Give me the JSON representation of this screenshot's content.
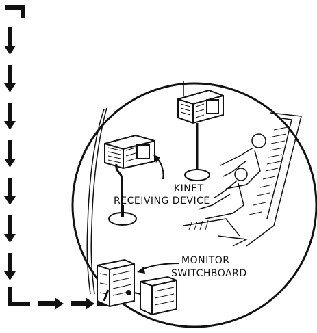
{
  "labels": {
    "kinet_line1": "KINET",
    "kinet_line2": "RECEIVING DEVICE",
    "monitor_line1": "MONITOR",
    "monitor_line2": "SWITCHBOARD"
  },
  "colors": {
    "ink": "#111111",
    "background": "#ffffff"
  }
}
